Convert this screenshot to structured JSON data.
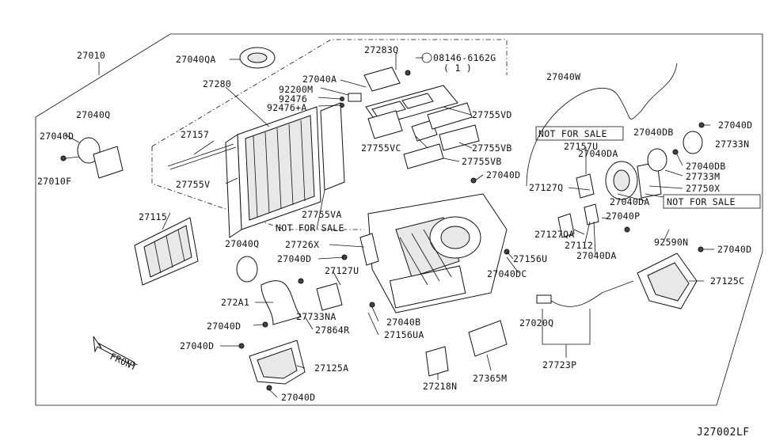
{
  "diagram_code": "J27002LF",
  "front_label": "FRONT",
  "callouts": {
    "c27010": "27010",
    "c27040QA": "27040QA",
    "c27283Q": "27283Q",
    "c08146": "08146-6162G",
    "c08146_qty": "( 1 )",
    "bolt_letter": "B",
    "c27280": "27280",
    "c27040A": "27040A",
    "c92200M": "92200M",
    "c92476": "92476",
    "c92476A": "92476+A",
    "c27040W": "27040W",
    "c27040Q_top": "27040Q",
    "c27040D_1": "27040D",
    "c27010F": "27010F",
    "c27157": "27157",
    "c27755V": "27755V",
    "c27755VD": "27755VD",
    "c27755VC": "27755VC",
    "c27755VB_1": "27755VB",
    "c27755VB_2": "27755VB",
    "c27040D_2": "27040D",
    "nfs_1": "NOT FOR SALE",
    "c27157U": "27157U",
    "c27040DB_1": "27040DB",
    "c27040D_3": "27040D",
    "c27733N": "27733N",
    "c27040DA_1": "27040DA",
    "c27040DB_2": "27040DB",
    "c27733M": "27733M",
    "c27750X": "27750X",
    "c27127Q": "27127Q",
    "c27040DA_2": "27040DA",
    "nfs_2": "NOT FOR SALE",
    "c27115": "27115",
    "c27755VA": "27755VA",
    "nfs_3": "NOT FOR SALE",
    "c27040P": "27040P",
    "c27127QA": "27127QA",
    "c92590N": "92590N",
    "c27112": "27112",
    "c27040DA_3": "27040DA",
    "c27040D_4": "27040D",
    "c27040Q_mid": "27040Q",
    "c27726X": "27726X",
    "c27040D_5": "27040D",
    "c27127U": "27127U",
    "c27156U": "27156U",
    "c27040DC": "27040DC",
    "c27125C": "27125C",
    "c272A1": "272A1",
    "c27733NA": "27733NA",
    "c27040D_6": "27040D",
    "c27864R": "27864R",
    "c27040B": "27040B",
    "c27156UA": "27156UA",
    "c27020Q": "27020Q",
    "c27040D_7": "27040D",
    "c27125A": "27125A",
    "c27723P": "27723P",
    "c27218N": "27218N",
    "c27365M": "27365M",
    "c27040D_8": "27040D"
  }
}
